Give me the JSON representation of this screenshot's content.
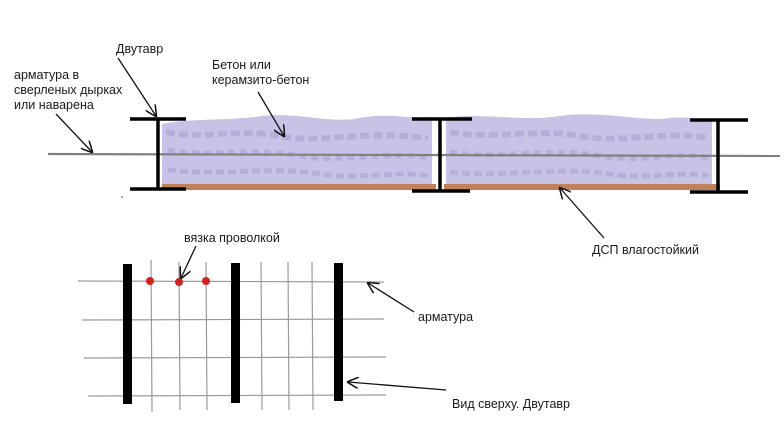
{
  "labels": {
    "dvutavr": "Двутавр",
    "rebar_holes": [
      "арматура в",
      "сверленых дырках",
      "или наварена"
    ],
    "concrete": [
      "Бетон или",
      "керамзито-бетон"
    ],
    "chipboard": "ДСП  влагостойкий",
    "wire_tie": "вязка проволкой",
    "rebar": "арматура",
    "top_view": "Вид сверху.  Двутавр"
  },
  "colors": {
    "beam": "#000000",
    "rebar": "#808080",
    "concrete": "#c8c3e6",
    "concrete_dark": "#b5aed9",
    "chipboard": "#c0805a",
    "tie_point": "#d62020",
    "grid": "#9a9a9a",
    "pointer": "#111111"
  }
}
